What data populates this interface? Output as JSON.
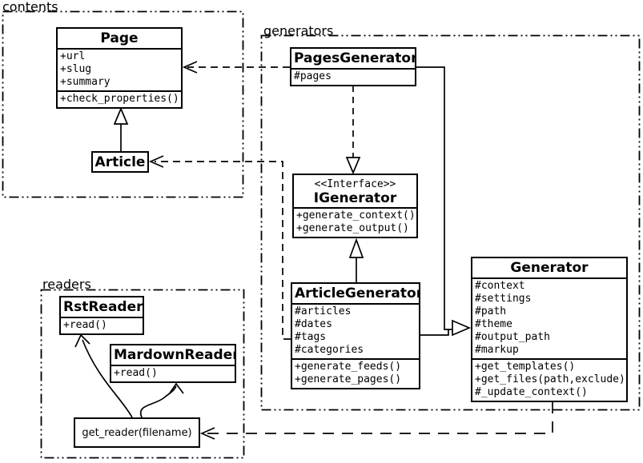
{
  "packages": {
    "contents": {
      "label": "contents"
    },
    "generators": {
      "label": "generators"
    },
    "readers": {
      "label": "readers"
    }
  },
  "classes": {
    "page": {
      "title": "Page",
      "attrs": [
        "+url",
        "+slug",
        "+summary"
      ],
      "methods": [
        "+check_properties()"
      ]
    },
    "article": {
      "title": "Article"
    },
    "pages_generator": {
      "title": "PagesGenerator",
      "attrs": [
        "#pages"
      ]
    },
    "igenerator": {
      "stereotype": "<<Interface>>",
      "title": "IGenerator",
      "methods": [
        "+generate_context()",
        "+generate_output()"
      ]
    },
    "article_generator": {
      "title": "ArticleGenerator",
      "attrs": [
        "#articles",
        "#dates",
        "#tags",
        "#categories"
      ],
      "methods": [
        "+generate_feeds()",
        "+generate_pages()"
      ]
    },
    "generator": {
      "title": "Generator",
      "attrs": [
        "#context",
        "#settings",
        "#path",
        "#theme",
        "#output_path",
        "#markup"
      ],
      "methods": [
        "+get_templates()",
        "+get_files(path,exclude)",
        "#_update_context()"
      ]
    },
    "rst_reader": {
      "title": "RstReader",
      "methods": [
        "+read()"
      ]
    },
    "mardown_reader": {
      "title": "MardownReader",
      "methods": [
        "+read()"
      ]
    },
    "get_reader": {
      "label": "get_reader(filename)"
    }
  },
  "relationships": [
    {
      "from": "Article",
      "to": "Page",
      "type": "generalization"
    },
    {
      "from": "PagesGenerator",
      "to": "Page",
      "type": "dependency"
    },
    {
      "from": "ArticleGenerator",
      "to": "Article",
      "type": "dependency"
    },
    {
      "from": "PagesGenerator",
      "to": "IGenerator",
      "type": "realization"
    },
    {
      "from": "ArticleGenerator",
      "to": "IGenerator",
      "type": "generalization"
    },
    {
      "from": "PagesGenerator",
      "to": "Generator",
      "type": "generalization"
    },
    {
      "from": "ArticleGenerator",
      "to": "Generator",
      "type": "generalization"
    },
    {
      "from": "Generator",
      "to": "get_reader(filename)",
      "type": "dependency"
    },
    {
      "from": "get_reader(filename)",
      "to": "RstReader",
      "type": "arrow"
    },
    {
      "from": "get_reader(filename)",
      "to": "MardownReader",
      "type": "arrow"
    }
  ],
  "colors": {
    "line": "#000000",
    "background": "#ffffff"
  }
}
